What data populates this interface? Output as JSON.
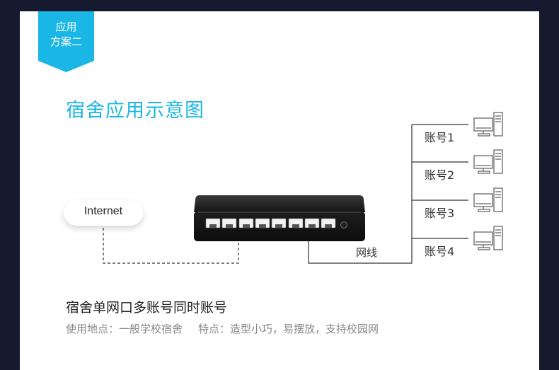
{
  "ribbon": {
    "line1": "应用",
    "line2": "方案二"
  },
  "title": "宿舍应用示意图",
  "internet_label": "Internet",
  "wire_label": "网线",
  "accounts": [
    "账号1",
    "账号2",
    "账号3",
    "账号4"
  ],
  "footer": {
    "heading": "宿舍单网口多账号同时账号",
    "location": "使用地点：一般学校宿舍",
    "features": "特点：造型小巧，易摆放，支持校园网"
  },
  "colors": {
    "accent": "#1ab6e6",
    "background": "#161a2e",
    "card": "#ffffff",
    "switch_body": "#1c1c1c"
  },
  "icons": [
    "computer-icon"
  ],
  "switch": {
    "port_count": 8
  }
}
